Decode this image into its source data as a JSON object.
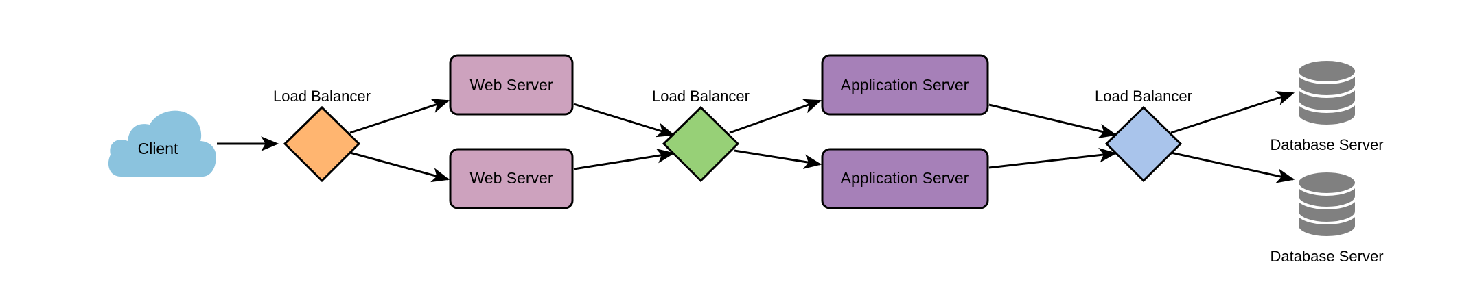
{
  "client": {
    "label": "Client"
  },
  "load_balancers": [
    {
      "label": "Load Balancer"
    },
    {
      "label": "Load Balancer"
    },
    {
      "label": "Load Balancer"
    }
  ],
  "web_servers": [
    {
      "label": "Web Server"
    },
    {
      "label": "Web Server"
    }
  ],
  "app_servers": [
    {
      "label": "Application Server"
    },
    {
      "label": "Application Server"
    }
  ],
  "databases": [
    {
      "label": "Database Server"
    },
    {
      "label": "Database Server"
    }
  ],
  "colors": {
    "client": "#8bc3de",
    "lb1": "#ffb570",
    "lb2": "#97d077",
    "lb3": "#a9c4eb",
    "web": "#cda2be",
    "app": "#a680b8",
    "db": "#808080"
  }
}
